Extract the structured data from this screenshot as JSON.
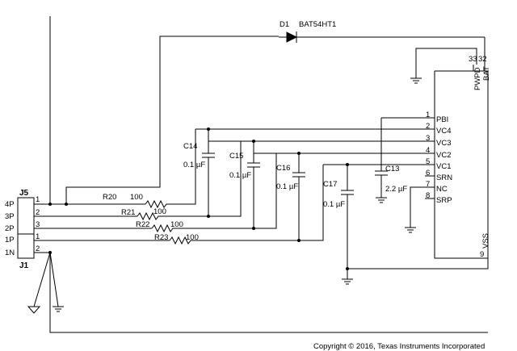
{
  "diode": {
    "ref": "D1",
    "part": "BAT54HT1"
  },
  "ic": {
    "top_pins": [
      {
        "num": "33",
        "name": "PWPD"
      },
      {
        "num": "32",
        "name": "BAT"
      }
    ],
    "left_pins": [
      {
        "num": "1",
        "name": "PBI"
      },
      {
        "num": "2",
        "name": "VC4"
      },
      {
        "num": "3",
        "name": "VC3"
      },
      {
        "num": "4",
        "name": "VC2"
      },
      {
        "num": "5",
        "name": "VC1"
      },
      {
        "num": "6",
        "name": "SRN"
      },
      {
        "num": "7",
        "name": "NC"
      },
      {
        "num": "8",
        "name": "SRP"
      }
    ],
    "bottom_pin": {
      "num": "9",
      "name": "VSS"
    }
  },
  "resistors": [
    {
      "ref": "R20",
      "value": "100"
    },
    {
      "ref": "R21",
      "value": "100"
    },
    {
      "ref": "R22",
      "value": "100"
    },
    {
      "ref": "R23",
      "value": "100"
    }
  ],
  "capacitors": [
    {
      "ref": "C14",
      "value": "0.1 µF"
    },
    {
      "ref": "C15",
      "value": "0.1 µF"
    },
    {
      "ref": "C16",
      "value": "0.1 µF"
    },
    {
      "ref": "C17",
      "value": "0.1 µF"
    },
    {
      "ref": "C13",
      "value": "2.2 µF"
    }
  ],
  "connectors": {
    "j5": {
      "ref": "J5",
      "pins": [
        {
          "num": "1",
          "name": "4P"
        },
        {
          "num": "2",
          "name": "3P"
        },
        {
          "num": "3",
          "name": "2P"
        }
      ]
    },
    "j1": {
      "ref": "J1",
      "pins": [
        {
          "num": "1",
          "name": "1P"
        },
        {
          "num": "2",
          "name": "1N"
        }
      ]
    }
  },
  "copyright": "Copyright © 2016, Texas Instruments Incorporated"
}
